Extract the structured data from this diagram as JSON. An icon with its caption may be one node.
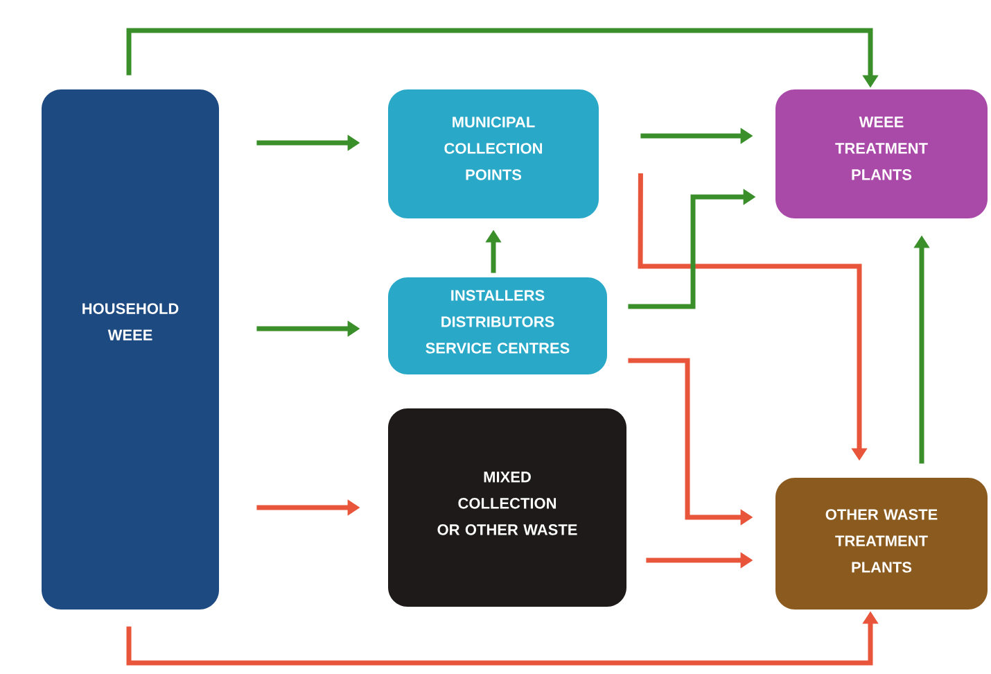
{
  "diagram": {
    "nodes": [
      {
        "text": [
          "HOUSEHOLD WEEE"
        ]
      },
      {
        "text": [
          "MUNICIPAL COLLECTION POINTS"
        ]
      },
      {
        "text": [
          "WEEE TREATMENT PLANTS"
        ]
      },
      {
        "text": [
          "INSTALLERS DISTRIBUTORS SERVICE CENTRES"
        ]
      },
      {
        "text": [
          "MIXED COLLECTION OR OTHER WASTE"
        ]
      },
      {
        "text": [
          "OTHER WASTE TREATMENT PLANTS"
        ]
      }
    ],
    "edges": [
      {
        "from": 0,
        "to": 2,
        "arrow": "to"
      },
      {
        "from": 0,
        "to": 1,
        "arrow": "to"
      },
      {
        "from": 0,
        "to": 3,
        "arrow": "to"
      },
      {
        "from": 0,
        "to": 4,
        "arrow": "to",
        "color": "#e8553a"
      },
      {
        "from": 0,
        "to": 5,
        "arrow": "to",
        "color": "#e8553a"
      },
      {
        "from": 1,
        "to": 2,
        "arrow": "to"
      },
      {
        "from": 1,
        "to": 5,
        "arrow": "to",
        "color": "#e8553a"
      },
      {
        "from": 3,
        "to": 1,
        "arrow": "to"
      },
      {
        "from": 3,
        "to": 2,
        "arrow": "to"
      },
      {
        "from": 3,
        "to": 5,
        "arrow": "to",
        "color": "#e8553a"
      },
      {
        "from": 4,
        "to": 5,
        "arrow": "to",
        "color": "#e8553a"
      },
      {
        "from": 5,
        "to": 2,
        "arrow": "to"
      }
    ]
  }
}
